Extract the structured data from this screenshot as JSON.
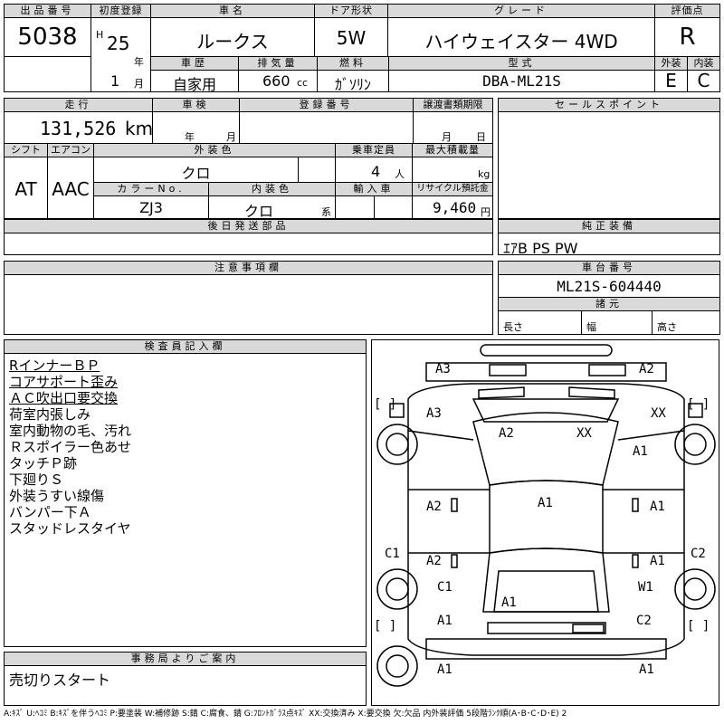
{
  "header": {
    "lot_label": "出品番号",
    "lot_no": "5038",
    "reg_label": "初度登録",
    "era": "H",
    "year": "25",
    "year_unit": "年",
    "month": "1",
    "month_unit": "月",
    "model_label": "車名",
    "model": "ルークス",
    "door_label": "ドア形状",
    "door": "5W",
    "grade_label": "グレード",
    "grade": "ハイウェイスター 4WD",
    "score_label": "評価点",
    "score": "R",
    "history_label": "車歴",
    "history": "自家用",
    "cc_label": "排気量",
    "cc": "660",
    "cc_unit": "cc",
    "fuel_label": "燃料",
    "fuel": "ｶﾞｿﾘﾝ",
    "type_label": "型式",
    "type": "DBA-ML21S",
    "ext_label": "外装",
    "ext": "E",
    "int_label": "内装",
    "int": "C"
  },
  "row2": {
    "mileage_label": "走行",
    "mileage": "131,526",
    "mileage_unit": "km",
    "inspection_label": "車検",
    "insp_year_unit": "年",
    "insp_month_unit": "月",
    "plate_label": "登録番号",
    "transfer_label": "譲渡書類期限",
    "transfer_month_unit": "月",
    "transfer_day_unit": "日",
    "shift_label": "シフト",
    "shift": "AT",
    "ac_label": "エアコン",
    "ac": "AAC",
    "color_label": "外装色",
    "color": "クロ",
    "seats_label": "乗車定員",
    "seats": "4",
    "seats_unit": "人",
    "load_label": "最大積載量",
    "load_unit": "kg",
    "color_no_label": "カラーNo.",
    "color_no": "ZJ3",
    "int_color_label": "内装色",
    "int_color": "クロ",
    "int_color_suffix": "系",
    "import_label": "輸入車",
    "recycle_label": "リサイクル預託金",
    "recycle": "9,460",
    "recycle_unit": "円",
    "later_parts_label": "後日発送部品"
  },
  "right": {
    "sales_label": "セールスポイント",
    "equip_label": "純正装備",
    "equip": "ｴｱB PS PW",
    "chassis_label": "車台番号",
    "chassis": "ML21S-604440",
    "dims_label": "諸元",
    "length": "長さ",
    "width": "幅",
    "height": "高さ"
  },
  "notes_label": "注意事項欄",
  "inspector": {
    "label": "検査員記入欄",
    "lines": [
      "RインナーＢＰ",
      "コアサポート歪み",
      "ＡＣ吹出口要交換",
      "荷室内張しみ",
      "室内動物の毛、汚れ",
      "Ｒスポイラー色あせ",
      "タッチＰ跡",
      "下廻りＳ",
      "外装うすい線傷",
      "バンパー下Ａ",
      "スタッドレスタイヤ"
    ]
  },
  "office": {
    "label": "事務局よりご案内",
    "text": "売切りスタート"
  },
  "diagram": {
    "marks": [
      "A3",
      "A2",
      "A3",
      "XX",
      "A2",
      "XX",
      "A1",
      "A1",
      "A2",
      "A1",
      "C1",
      "A2",
      "A1",
      "C2",
      "C1",
      "W1",
      "A1",
      "A1",
      "C2",
      "A1",
      "A1"
    ],
    "brackets": [
      "[  ]",
      "[  ]",
      "[  ]",
      "[  ]"
    ]
  },
  "footer": "A:ｷｽﾞ U:ﾍｺﾐ B:ｷｽﾞを伴うﾍｺﾐ P:要塗装 W:補修跡 S:錆 C:腐食、錆 G:ﾌﾛﾝﾄｶﾞﾗｽ点ｷｽﾞ XX:交換済み X:要交換 欠:欠品 内外装評価 5段階ﾗﾝｸ順(A･B･C･D･E) 2"
}
